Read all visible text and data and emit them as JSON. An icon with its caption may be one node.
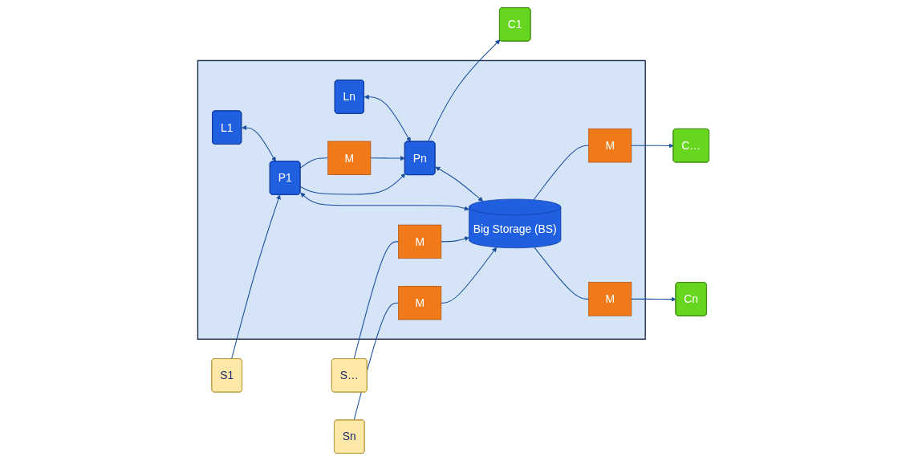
{
  "diagram": {
    "nodes": [
      {
        "text": [],
        "shape": "box"
      },
      {
        "text": [
          "L1"
        ],
        "in": 0
      },
      {
        "text": [
          "Ln"
        ],
        "in": 0
      },
      {
        "text": [
          "S1"
        ]
      },
      {
        "text": [
          "P1"
        ],
        "in": 0
      },
      {
        "text": [
          "M"
        ],
        "in": 0
      },
      {
        "text": [
          "Pn"
        ],
        "in": 0
      },
      {
        "text": [
          "C1"
        ]
      },
      {
        "text": [
          "S…"
        ]
      },
      {
        "text": [
          "M"
        ],
        "in": 0
      },
      {
        "text": [
          "Big Storage (BS)"
        ],
        "in": 0
      },
      {
        "text": [
          "M"
        ],
        "in": 0
      },
      {
        "text": [
          "C…"
        ]
      },
      {
        "text": [
          "Sn"
        ]
      },
      {
        "text": [
          "M"
        ],
        "in": 0
      },
      {
        "text": [
          "M"
        ],
        "in": 0
      },
      {
        "text": [
          "Cn"
        ]
      }
    ],
    "edges": [
      {
        "from": 1,
        "to": 4,
        "arrow": "both"
      },
      {
        "from": 2,
        "to": 6,
        "arrow": "both"
      },
      {
        "from": 3,
        "to": 4,
        "arrow": "to"
      },
      {
        "from": 4,
        "to": 5,
        "arrow": "none"
      },
      {
        "from": 5,
        "to": 6,
        "arrow": "to"
      },
      {
        "from": 4,
        "to": 6,
        "arrow": "to"
      },
      {
        "from": 6,
        "to": 7,
        "arrow": "to"
      },
      {
        "from": 4,
        "to": 10,
        "arrow": "both"
      },
      {
        "from": 6,
        "to": 10,
        "arrow": "both"
      },
      {
        "from": 8,
        "to": 9,
        "arrow": "none"
      },
      {
        "from": 9,
        "to": 10,
        "arrow": "to"
      },
      {
        "from": 10,
        "to": 11,
        "arrow": "none"
      },
      {
        "from": 11,
        "to": 12,
        "arrow": "to"
      },
      {
        "from": 13,
        "to": 14,
        "arrow": "none"
      },
      {
        "from": 14,
        "to": 10,
        "arrow": "to"
      },
      {
        "from": 10,
        "to": 15,
        "arrow": "none"
      },
      {
        "from": 15,
        "to": 16,
        "arrow": "to"
      }
    ]
  }
}
